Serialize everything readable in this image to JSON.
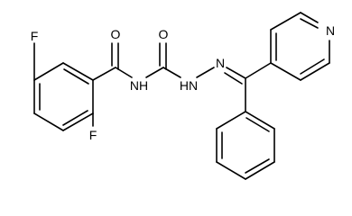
{
  "molecule": {
    "atom_labels": {
      "fluorine_top": "F",
      "fluorine_bottom": "F",
      "carbonyl_oxygen_left": "O",
      "carbonyl_oxygen_right": "O",
      "amide_nh": "NH",
      "hydrazine_nh": "HN",
      "hydrazone_n": "N",
      "pyridine_n": "N"
    }
  }
}
